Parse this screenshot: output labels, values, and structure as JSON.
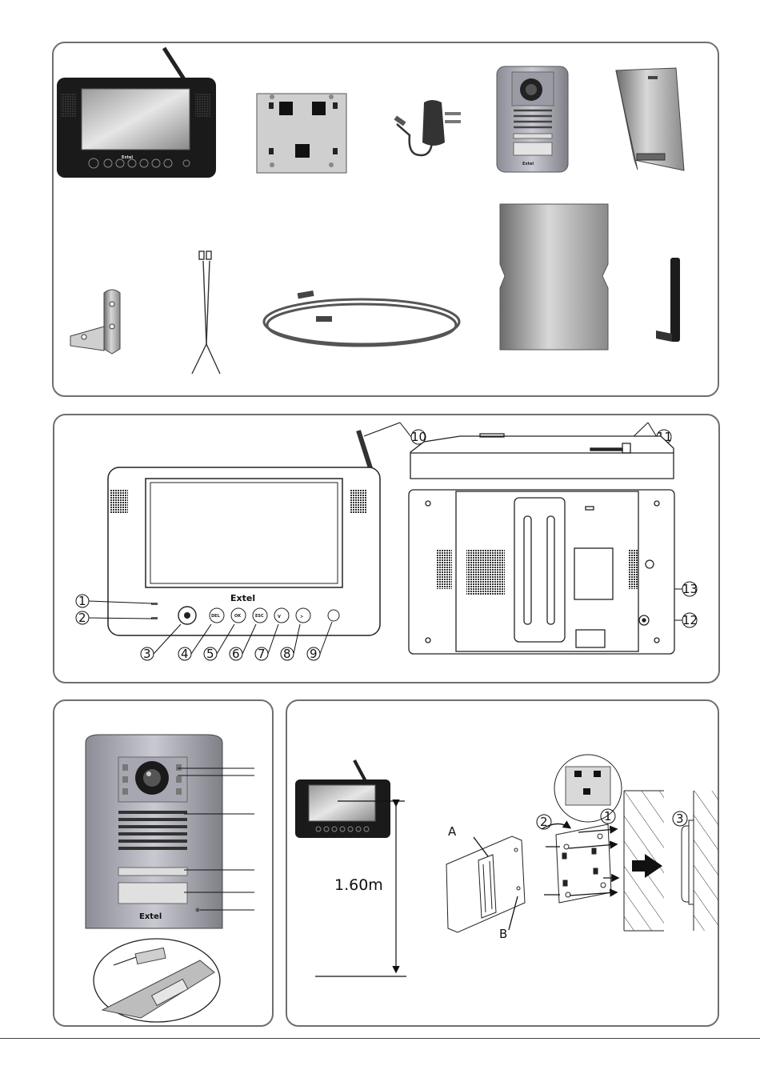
{
  "brand": "Extel",
  "panel3": {
    "height_label": "1.60m"
  },
  "panel2": {
    "callouts": [
      "1",
      "2",
      "3",
      "4",
      "5",
      "6",
      "7",
      "8",
      "9",
      "10",
      "11",
      "12",
      "13"
    ]
  },
  "panel4": {
    "callouts": [
      "1",
      "2",
      "3"
    ],
    "labels": {
      "a": "A",
      "b": "B"
    }
  },
  "buttons": [
    "DEL",
    "OK",
    "ESC"
  ]
}
